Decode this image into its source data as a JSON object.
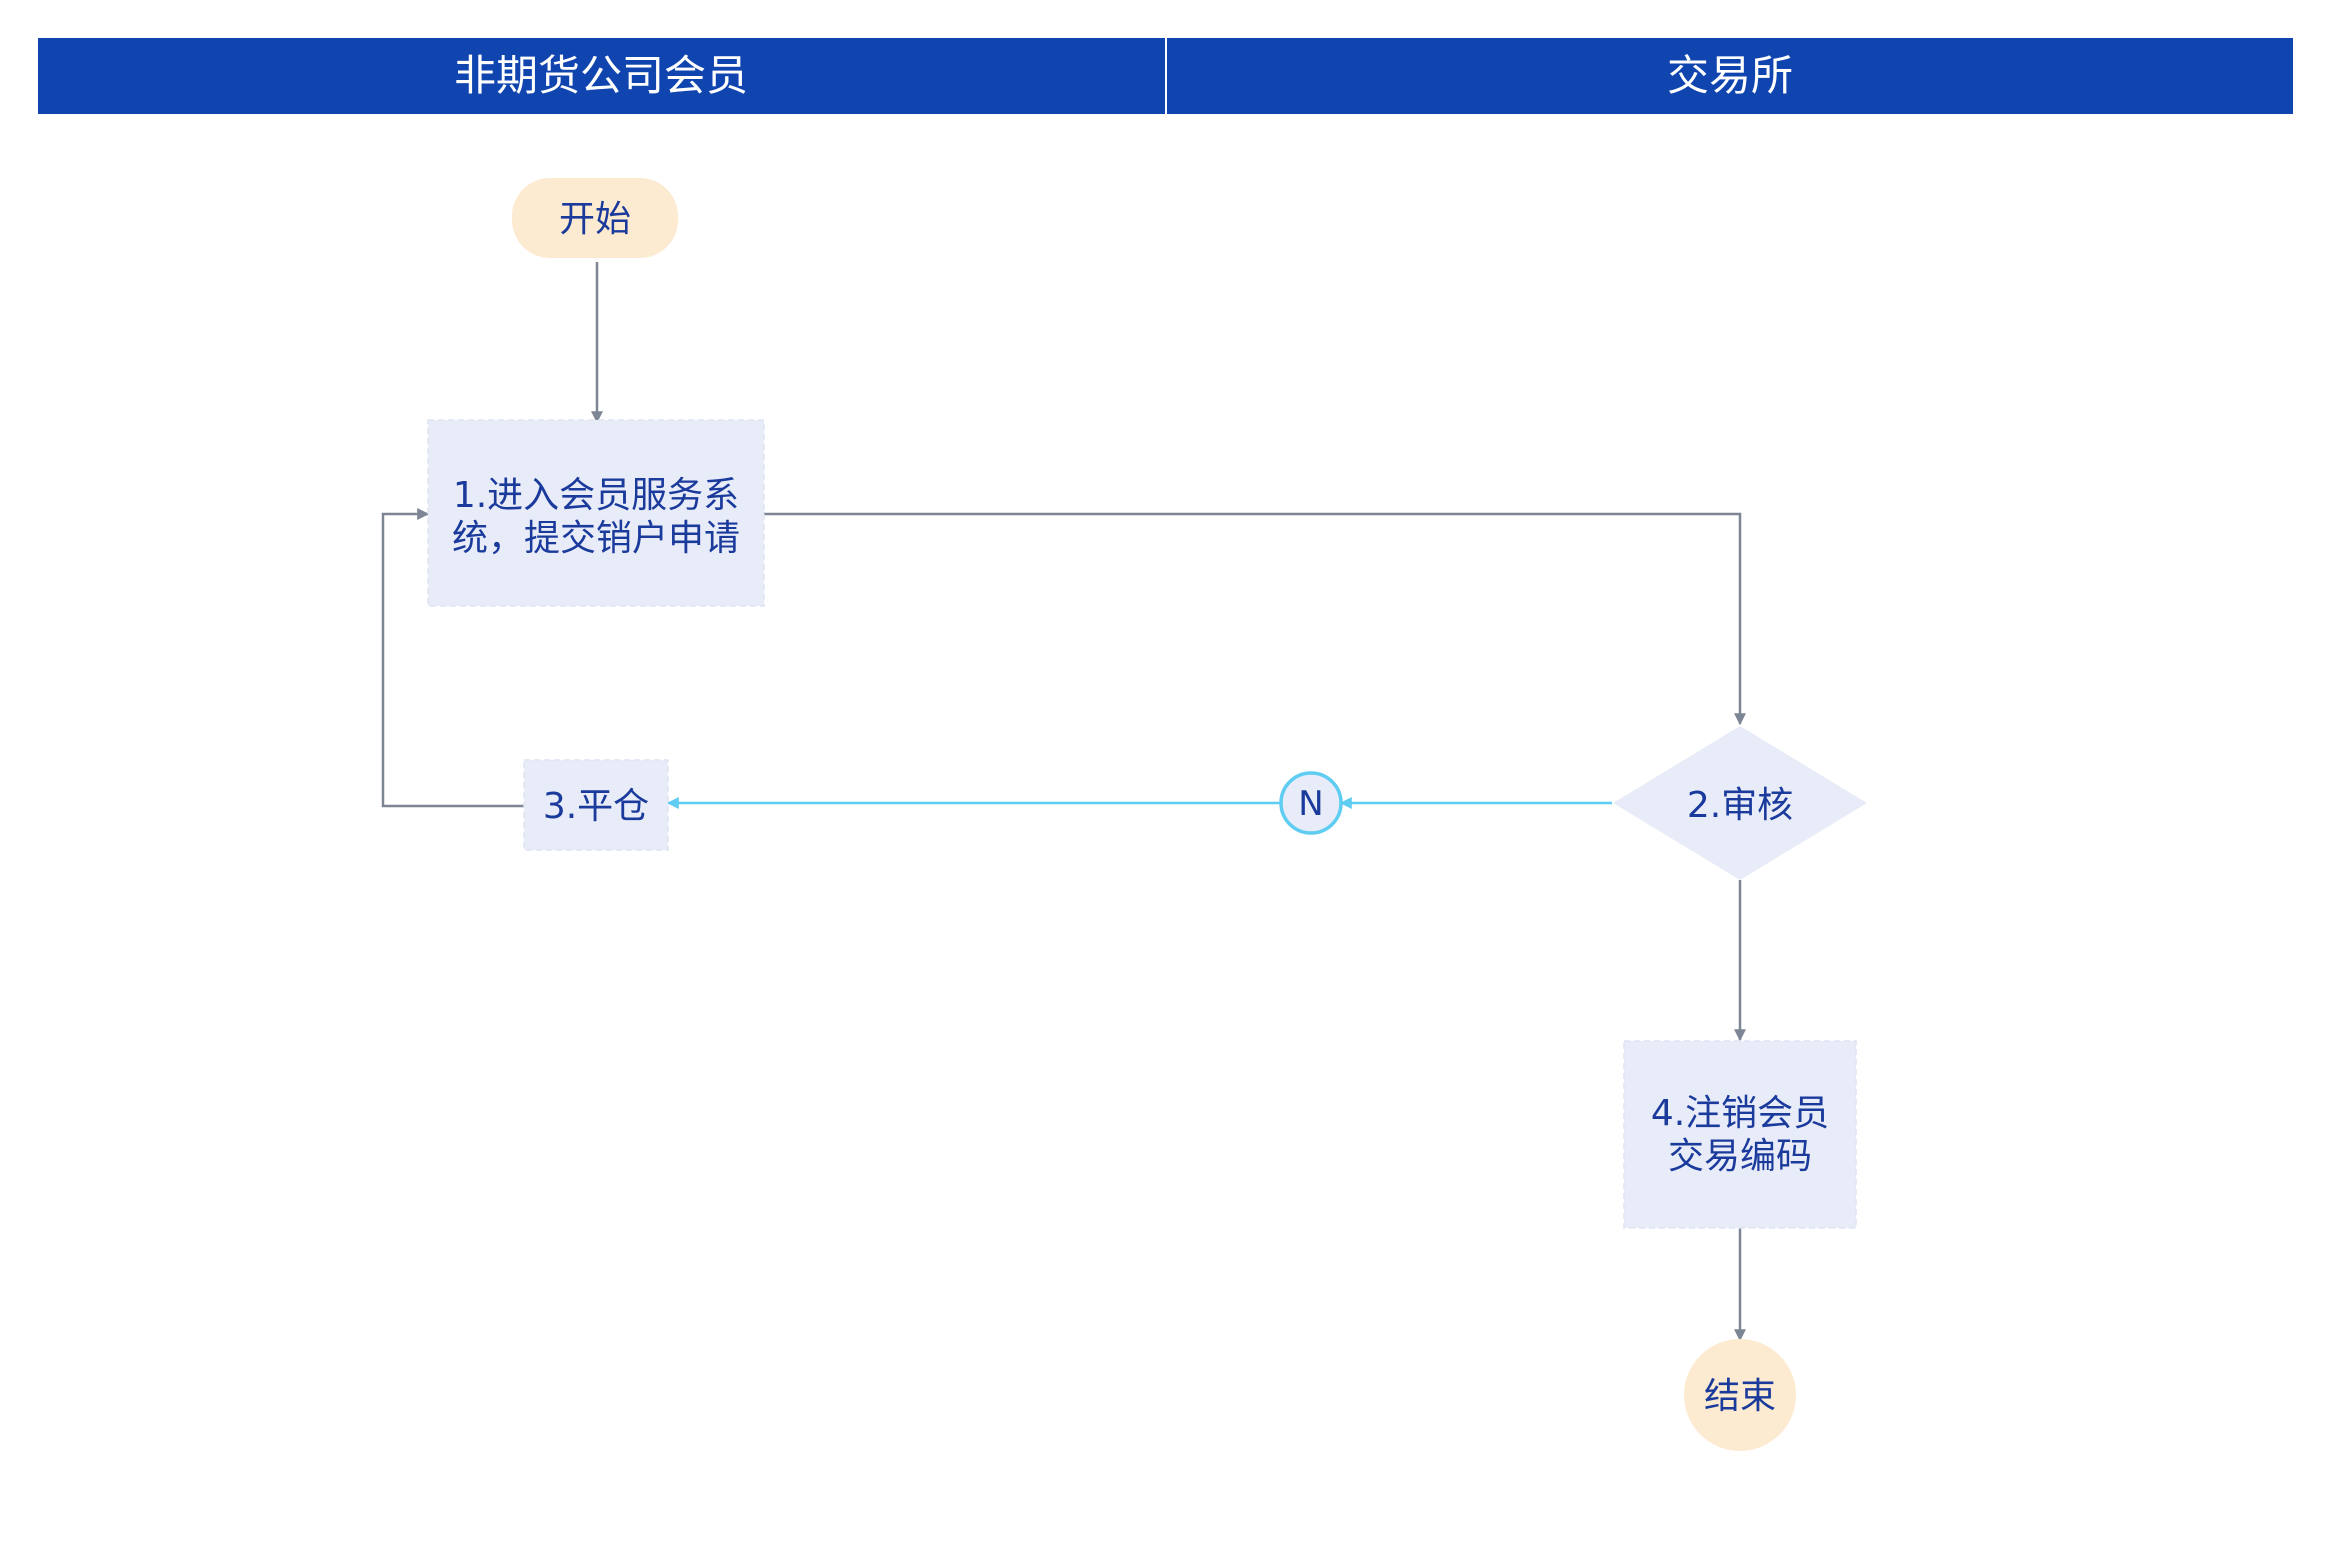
{
  "colors": {
    "header_bg": "#1045b0",
    "header_text": "#ffffff",
    "process_fill": "#e8ecf8",
    "terminal_fill": "#fdebd1",
    "node_text": "#1a3a9c",
    "connector": "#7d8694",
    "reject_path": "#5fcdf2"
  },
  "lanes": [
    {
      "title": "非期货公司会员"
    },
    {
      "title": "交易所"
    }
  ],
  "nodes": {
    "start": {
      "label": "开始"
    },
    "submit": {
      "lines": [
        "1.进入会员服务系",
        "统，提交销户申请"
      ]
    },
    "review": {
      "label": "2.审核"
    },
    "close_position": {
      "label": "3.平仓"
    },
    "cancel_code": {
      "lines": [
        "4.注销会员",
        "交易编码"
      ]
    },
    "end": {
      "label": "结束"
    }
  },
  "edges": {
    "reject_label": "N"
  }
}
